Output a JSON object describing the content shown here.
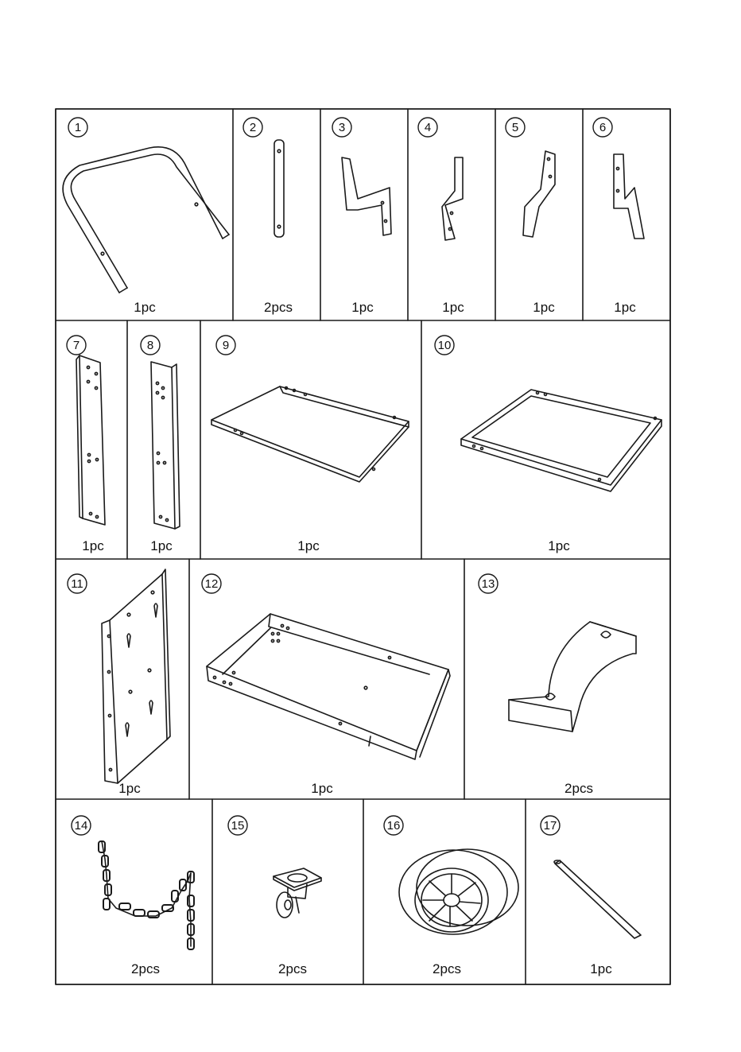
{
  "parts": [
    {
      "num": "1",
      "qty": "1pc",
      "icon": "handle-bar-icon"
    },
    {
      "num": "2",
      "qty": "2pcs",
      "icon": "flat-strap-icon"
    },
    {
      "num": "3",
      "qty": "1pc",
      "icon": "offset-bracket-icon"
    },
    {
      "num": "4",
      "qty": "1pc",
      "icon": "offset-bracket-icon"
    },
    {
      "num": "5",
      "qty": "1pc",
      "icon": "offset-bracket-icon"
    },
    {
      "num": "6",
      "qty": "1pc",
      "icon": "offset-bracket-icon"
    },
    {
      "num": "7",
      "qty": "1pc",
      "icon": "upright-post-icon"
    },
    {
      "num": "8",
      "qty": "1pc",
      "icon": "upright-post-icon"
    },
    {
      "num": "9",
      "qty": "1pc",
      "icon": "flat-shelf-icon"
    },
    {
      "num": "10",
      "qty": "1pc",
      "icon": "frame-tray-icon"
    },
    {
      "num": "11",
      "qty": "1pc",
      "icon": "side-panel-icon"
    },
    {
      "num": "12",
      "qty": "1pc",
      "icon": "bottom-tray-icon"
    },
    {
      "num": "13",
      "qty": "2pcs",
      "icon": "curved-bracket-icon"
    },
    {
      "num": "14",
      "qty": "2pcs",
      "icon": "chain-icon"
    },
    {
      "num": "15",
      "qty": "2pcs",
      "icon": "caster-wheel-icon"
    },
    {
      "num": "16",
      "qty": "2pcs",
      "icon": "wheel-icon"
    },
    {
      "num": "17",
      "qty": "1pc",
      "icon": "rod-icon"
    }
  ]
}
